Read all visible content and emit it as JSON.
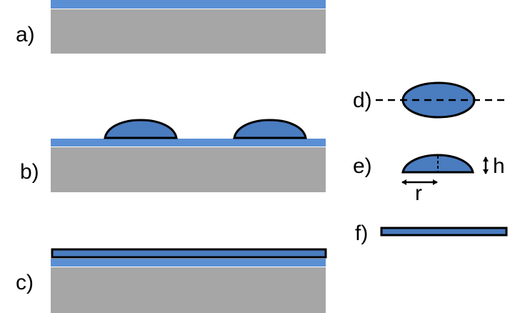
{
  "panels": {
    "a": {
      "label": "a)"
    },
    "b": {
      "label": "b)"
    },
    "c": {
      "label": "c)"
    },
    "d": {
      "label": "d)"
    },
    "e": {
      "label": "e)",
      "height_symbol": "h",
      "radius_symbol": "r"
    },
    "f": {
      "label": "f)"
    }
  },
  "colors": {
    "substrate": "#a6a6a6",
    "film": "#5b8fd4",
    "shape_fill": "#4a7cc0",
    "outline": "#000000",
    "background": "#ffffff"
  }
}
